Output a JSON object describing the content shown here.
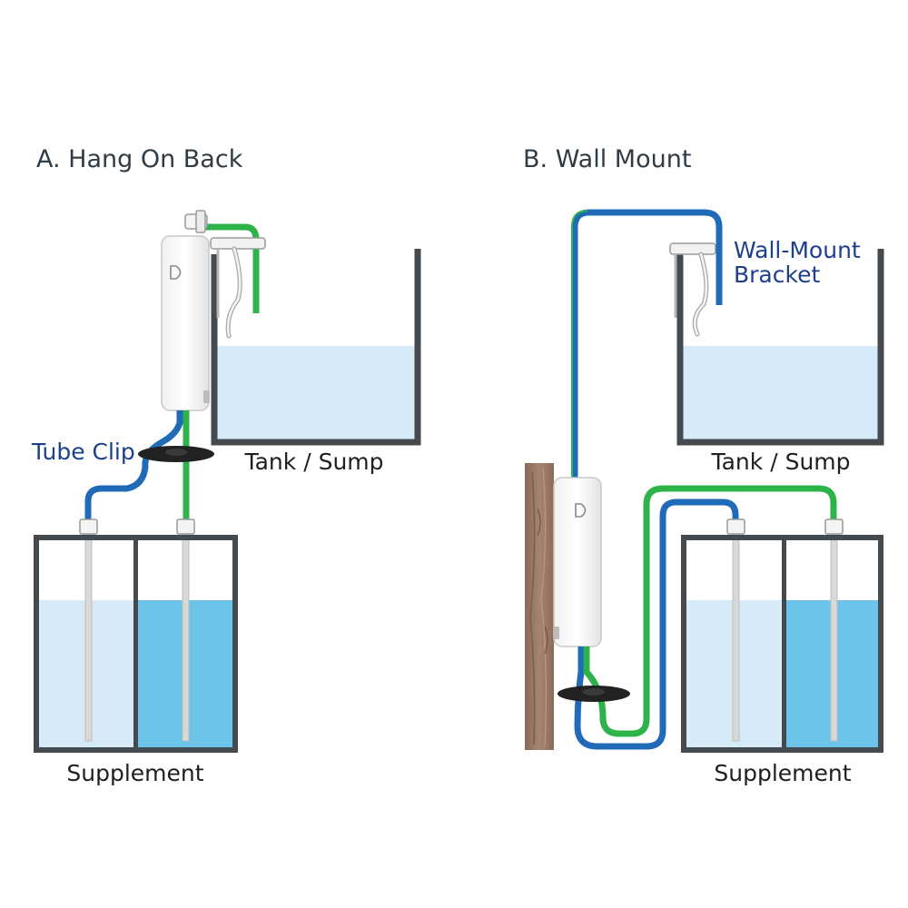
{
  "panel_a": {
    "title": "A. Hang On Back",
    "tube_clip_label": "Tube Clip",
    "tank_label": "Tank / Sump",
    "supplement_label": "Supplement"
  },
  "panel_b": {
    "title": "B. Wall Mount",
    "bracket_label_line1": "Wall-Mount",
    "bracket_label_line2": "Bracket",
    "tank_label": "Tank / Sump",
    "supplement_label": "Supplement"
  },
  "colors": {
    "tube_green": "#2db34a",
    "tube_blue": "#1f6bb8",
    "water_light": "#d6eaf7",
    "water_dark": "#6cc4ea",
    "container_outline": "#444a4e",
    "wood": "#9c7a66",
    "callout_text": "#1d3f8c"
  },
  "icons": {
    "device": "doser-unit-icon",
    "tube_clip": "tube-clip-icon",
    "bracket": "wall-mount-bracket-icon"
  }
}
